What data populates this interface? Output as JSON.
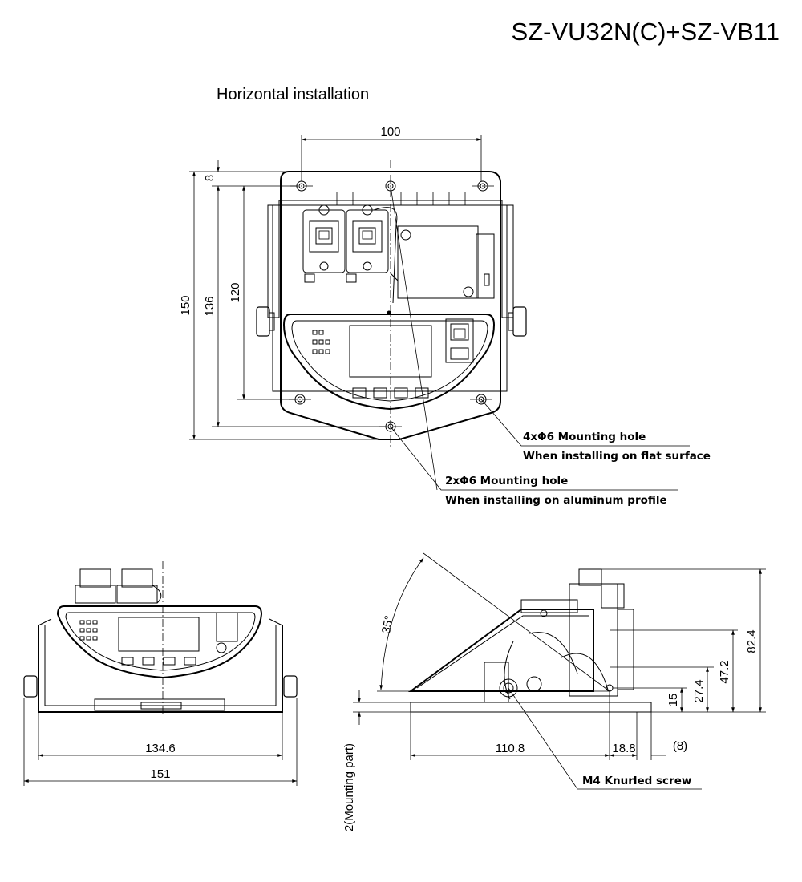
{
  "title": "SZ-VU32N(C)+SZ-VB11",
  "subtitle": "Horizontal installation",
  "dimensions": {
    "top_width": "100",
    "top_offset": "8",
    "total_height": "150",
    "height_136": "136",
    "height_120": "120",
    "front_inner_width": "134.6",
    "front_total_width": "151",
    "side_depth": "110.8",
    "side_bracket": "18.8",
    "side_ref": "(8)",
    "side_height_82_4": "82.4",
    "side_height_47_2": "47.2",
    "side_height_27_4": "27.4",
    "side_height_15": "15",
    "mounting_part": "2(Mounting part)",
    "angle": "35°"
  },
  "notes": {
    "hole_4x_label": "4xΦ6 Mounting hole",
    "hole_4x_desc": "When installing on flat surface",
    "hole_2x_label": "2xΦ6 Mounting hole",
    "hole_2x_desc": "When installing on aluminum profile",
    "screw_label": "M4 Knurled screw"
  }
}
